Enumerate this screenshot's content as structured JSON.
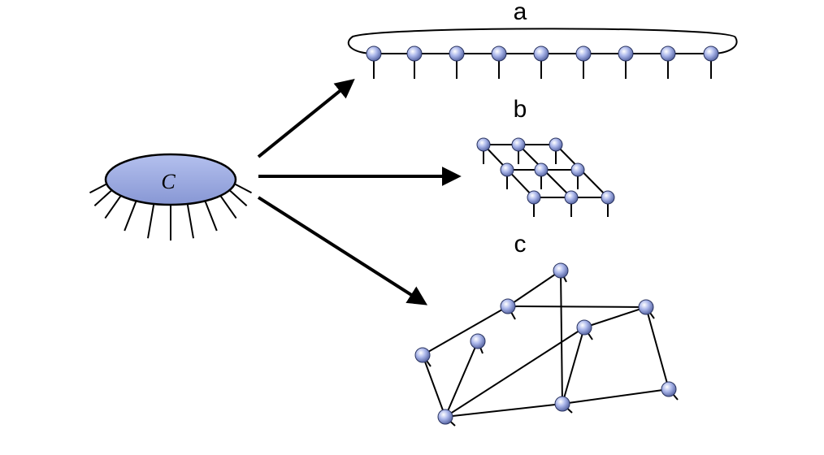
{
  "central_label": "C",
  "panels": [
    {
      "label": "a"
    },
    {
      "label": "b"
    },
    {
      "label": "c"
    }
  ],
  "colors": {
    "node_fill": "#8e9ede",
    "node_stroke": "#2a3460",
    "ellipse_fill": "#9aa9de",
    "line": "#000000"
  }
}
